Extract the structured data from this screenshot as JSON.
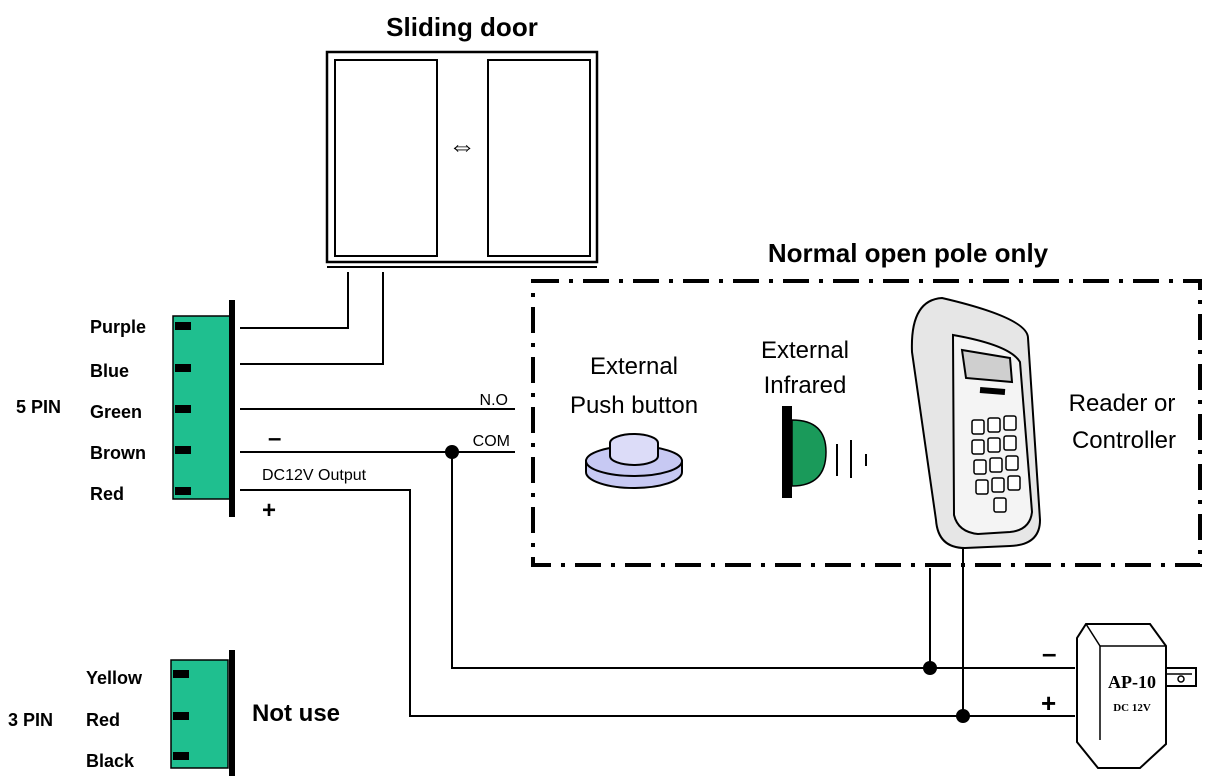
{
  "door": {
    "title": "Sliding  door",
    "arrow": "⇔"
  },
  "zone": {
    "title": "Normal open pole only"
  },
  "pin5": {
    "label": "5 PIN",
    "wires": [
      "Purple",
      "Blue",
      "Green",
      "Brown",
      "Red"
    ]
  },
  "pin3": {
    "label": "3 PIN",
    "wires": [
      "Yellow",
      "Red",
      "Black"
    ],
    "note": "Not use"
  },
  "lines": {
    "no": "N.O",
    "com": "COM",
    "minus": "–",
    "dc_output": "DC12V Output",
    "plus": "+"
  },
  "devices": {
    "push_line1": "External",
    "push_line2": "Push button",
    "ir_line1": "External",
    "ir_line2": "Infrared",
    "reader_line1": "Reader or",
    "reader_line2": "Controller"
  },
  "adapter": {
    "model": "AP-10",
    "rating": "DC 12V",
    "minus": "–",
    "plus": "+"
  },
  "colors": {
    "terminal_green": "#1fbf8f",
    "push_button": "#c7c9f3",
    "infrared_green": "#1a9a5a",
    "reader_grey": "#e6e6e6"
  }
}
